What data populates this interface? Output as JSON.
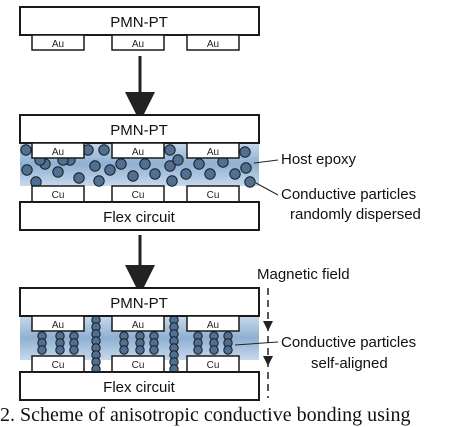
{
  "stages": [
    {
      "top_label": "PMN-PT",
      "electrodes": [
        "Au",
        "Au",
        "Au"
      ]
    },
    {
      "top_label": "PMN-PT",
      "electrodes": [
        "Au",
        "Au",
        "Au"
      ],
      "pads": [
        "Cu",
        "Cu",
        "Cu"
      ],
      "bottom_label": "Flex circuit"
    },
    {
      "top_label": "PMN-PT",
      "electrodes": [
        "Au",
        "Au",
        "Au"
      ],
      "pads": [
        "Cu",
        "Cu",
        "Cu"
      ],
      "bottom_label": "Flex circuit"
    }
  ],
  "annotations": {
    "host_epoxy": "Host epoxy",
    "particles_random_1": "Conductive particles",
    "particles_random_2": "randomly dispersed",
    "magnetic_field": "Magnetic field",
    "particles_aligned_1": "Conductive particles",
    "particles_aligned_2": "self-aligned"
  },
  "caption": "2. Scheme of anisotropic conductive bonding using",
  "colors": {
    "epoxy": "#8fb0d2",
    "particle": "#4f6f94",
    "outline": "#1a1a1a"
  }
}
